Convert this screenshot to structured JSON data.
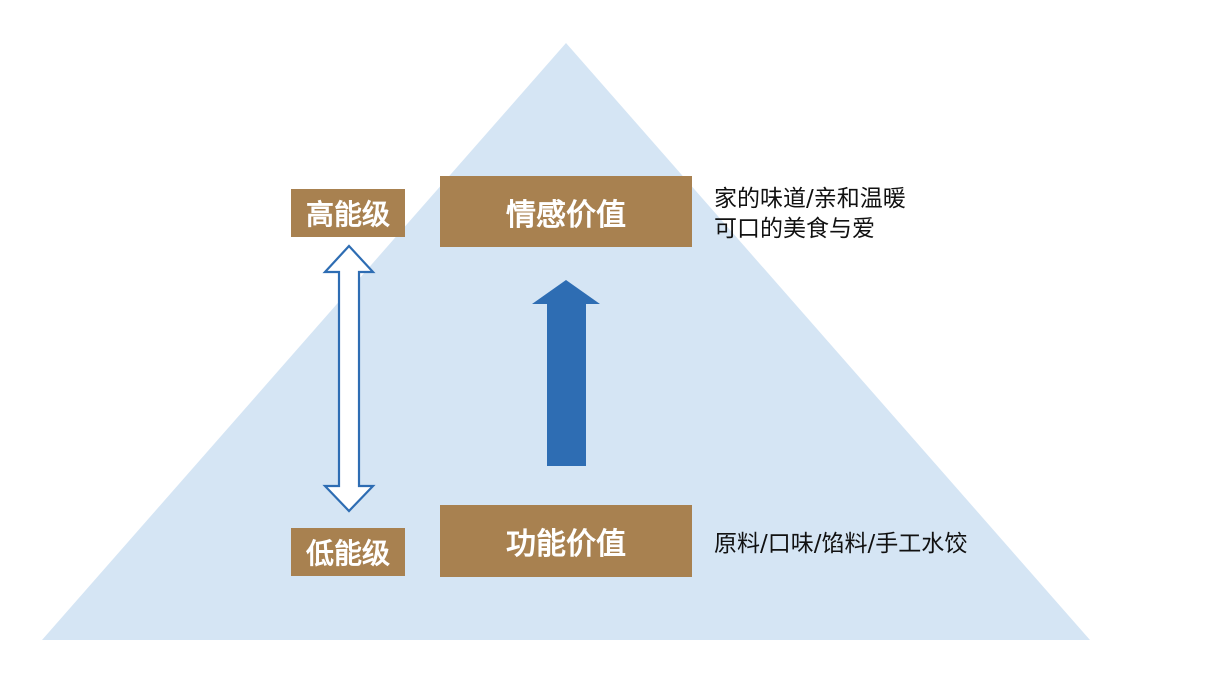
{
  "levels": {
    "high": "高能级",
    "low": "低能级"
  },
  "values": {
    "emotional": "情感价值",
    "functional": "功能价值"
  },
  "descriptions": {
    "emotional_line1": "家的味道/亲和温暖",
    "emotional_line2": "可口的美食与爱",
    "functional_line1": "原料/口味/馅料/手工水饺"
  },
  "colors": {
    "pyramid_fill": "#d5e5f4",
    "box_fill": "#a88150",
    "box_text": "#ffffff",
    "solid_arrow": "#2e6db3",
    "outline_arrow": "#2e6db3"
  },
  "icons": {
    "solid_arrow": "arrow-up-icon",
    "outline_arrow": "double-headed-arrow-icon"
  }
}
